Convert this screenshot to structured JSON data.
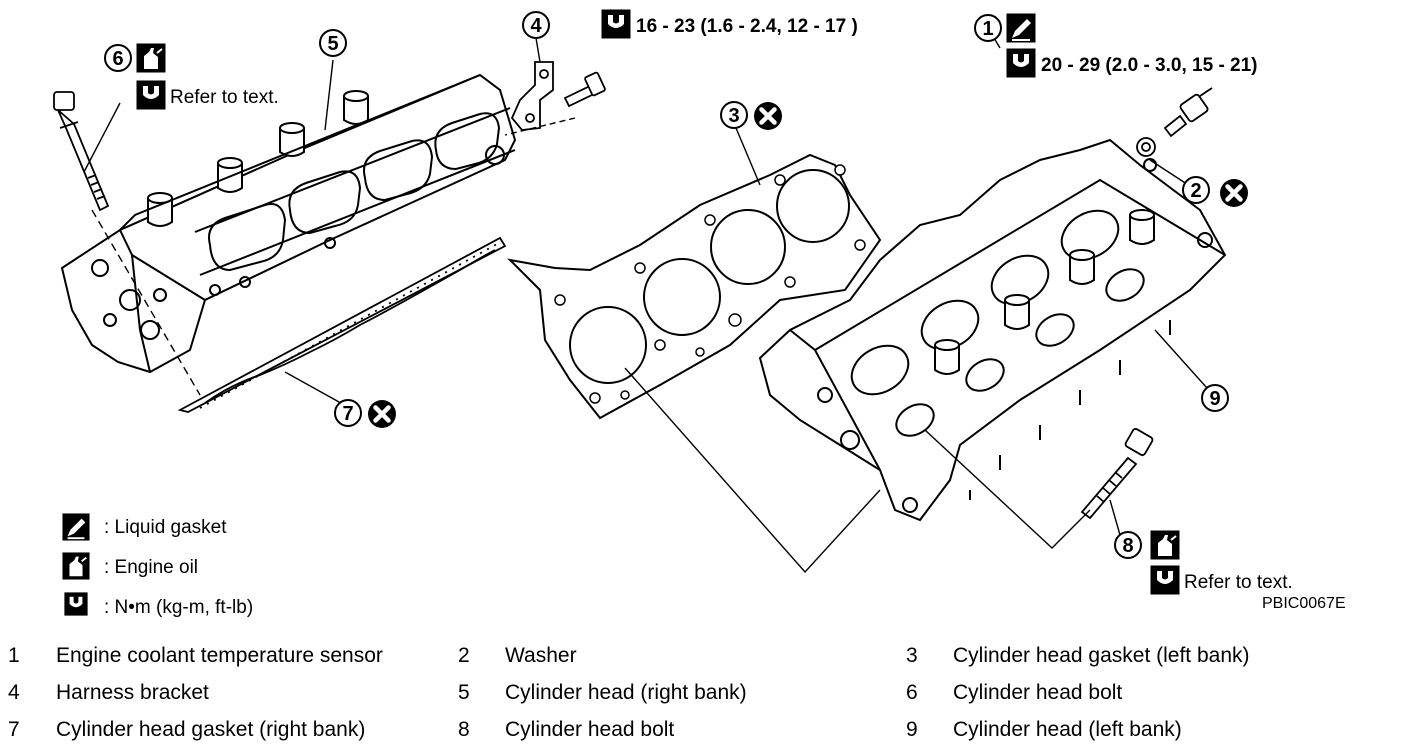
{
  "callouts": {
    "c1": "1",
    "c2": "2",
    "c3": "3",
    "c4": "4",
    "c5": "5",
    "c6": "6",
    "c7": "7",
    "c8": "8",
    "c9": "9"
  },
  "torque": {
    "item4": "16 - 23 (1.6 - 2.4, 12 - 17 )",
    "item1": "20 - 29 (2.0 - 3.0, 15 - 21)"
  },
  "notes": {
    "refer_item6": "Refer to text.",
    "refer_item8": "Refer to text."
  },
  "legend": {
    "liquid_gasket": ": Liquid gasket",
    "engine_oil": ": Engine oil",
    "torque_unit": ": N•m (kg-m, ft-lb)"
  },
  "figure_code": "PBIC0067E",
  "icons": {
    "liquid_gasket": "liquid-gasket-icon",
    "engine_oil": "engine-oil-icon",
    "torque_wrench": "torque-wrench-icon",
    "do_not_reuse": "do-not-reuse-icon"
  },
  "parts": [
    {
      "num": "1",
      "name": "Engine coolant temperature sensor"
    },
    {
      "num": "2",
      "name": "Washer"
    },
    {
      "num": "3",
      "name": "Cylinder head gasket (left bank)"
    },
    {
      "num": "4",
      "name": "Harness bracket"
    },
    {
      "num": "5",
      "name": "Cylinder head (right bank)"
    },
    {
      "num": "6",
      "name": "Cylinder head bolt"
    },
    {
      "num": "7",
      "name": "Cylinder head gasket (right bank)"
    },
    {
      "num": "8",
      "name": "Cylinder head bolt"
    },
    {
      "num": "9",
      "name": "Cylinder head (left bank)"
    }
  ]
}
